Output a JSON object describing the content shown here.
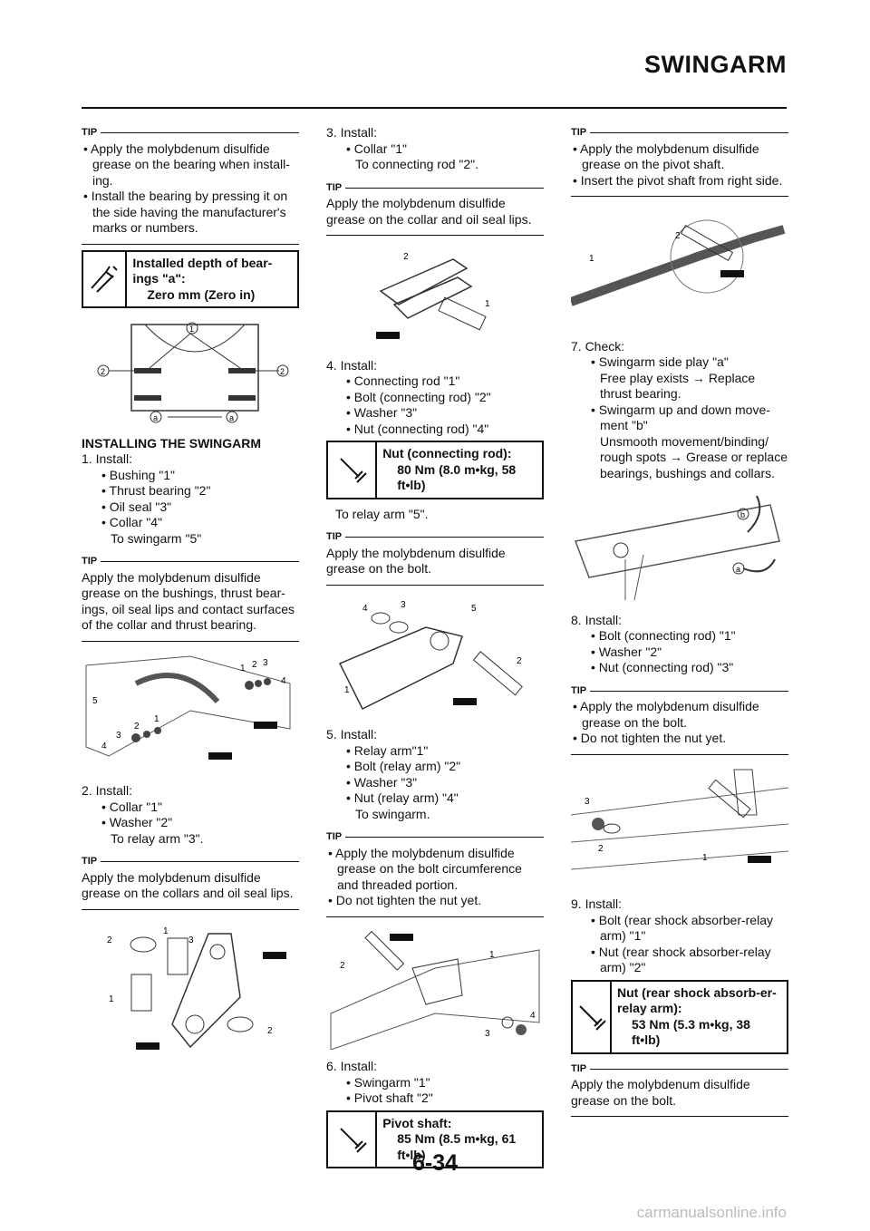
{
  "header": {
    "title": "SWINGARM"
  },
  "tip_label": "TIP",
  "col1": {
    "tip1": [
      "Apply the molybdenum disulfide grease on the bearing when install-ing.",
      "Install the bearing by pressing it on the side having the manufacturer's marks or numbers."
    ],
    "spec1": {
      "title": "Installed depth of bear-ings \"a\":",
      "value": "Zero mm (Zero in)"
    },
    "heading": "INSTALLING THE SWINGARM",
    "step1": {
      "title": "1. Install:",
      "items": [
        "Bushing \"1\"",
        "Thrust bearing \"2\"",
        "Oil seal \"3\"",
        "Collar \"4\""
      ],
      "note": "To swingarm \"5\""
    },
    "tip2": "Apply the molybdenum disulfide grease on the bushings, thrust bear-ings, oil seal lips and contact surfaces of the collar and thrust bearing.",
    "step2": {
      "title": "2. Install:",
      "items": [
        "Collar \"1\"",
        "Washer \"2\""
      ],
      "note": "To relay arm \"3\"."
    },
    "tip3": "Apply the molybdenum disulfide grease on the collars and oil seal lips."
  },
  "col2": {
    "step3": {
      "title": "3. Install:",
      "items": [
        "Collar \"1\""
      ],
      "note": "To connecting rod \"2\"."
    },
    "tip4": "Apply the molybdenum disulfide grease on the collar and oil seal lips.",
    "step4": {
      "title": "4. Install:",
      "items": [
        "Connecting rod \"1\"",
        "Bolt (connecting rod) \"2\"",
        "Washer \"3\"",
        "Nut (connecting rod) \"4\""
      ]
    },
    "spec2": {
      "title": "Nut (connecting rod):",
      "value": "80 Nm (8.0 m•kg, 58 ft•lb)"
    },
    "step4_note": "To relay arm \"5\".",
    "tip5": "Apply the molybdenum disulfide grease on the bolt.",
    "step5": {
      "title": "5. Install:",
      "items": [
        "Relay arm\"1\"",
        "Bolt (relay arm) \"2\"",
        "Washer \"3\"",
        "Nut (relay arm) \"4\""
      ],
      "note": "To swingarm."
    },
    "tip6": [
      "Apply the molybdenum disulfide grease on the bolt circumference and threaded portion.",
      "Do not tighten the nut yet."
    ],
    "step6": {
      "title": "6. Install:",
      "items": [
        "Swingarm \"1\"",
        "Pivot shaft \"2\""
      ]
    },
    "spec3": {
      "title": "Pivot shaft:",
      "value": "85 Nm (8.5 m•kg, 61 ft•lb)"
    }
  },
  "col3": {
    "tip7": [
      "Apply the molybdenum disulfide grease on the pivot shaft.",
      "Insert the pivot shaft from right side."
    ],
    "step7": {
      "title": "7. Check:",
      "items": [
        {
          "label": "Swingarm side play \"a\"",
          "detail": "Free play exists → Replace thrust bearing."
        },
        {
          "label": "Swingarm up and down move-ment \"b\"",
          "detail": "Unsmooth movement/binding/ rough spots → Grease or replace bearings, bushings and collars."
        }
      ]
    },
    "step8": {
      "title": "8. Install:",
      "items": [
        "Bolt (connecting rod) \"1\"",
        "Washer \"2\"",
        "Nut (connecting rod) \"3\""
      ]
    },
    "tip8": [
      "Apply the molybdenum disulfide grease on the bolt.",
      "Do not tighten the nut yet."
    ],
    "step9": {
      "title": "9. Install:",
      "items": [
        "Bolt (rear shock absorber-relay arm) \"1\"",
        "Nut (rear shock absorber-relay arm) \"2\""
      ]
    },
    "spec4": {
      "title": "Nut (rear shock absorb-er-relay arm):",
      "value": "53 Nm (5.3 m•kg, 38 ft•lb)"
    },
    "tip9": "Apply the molybdenum disulfide grease on the bolt."
  },
  "footer": {
    "page_number": "6-34",
    "watermark": "carmanualsonline.info"
  }
}
